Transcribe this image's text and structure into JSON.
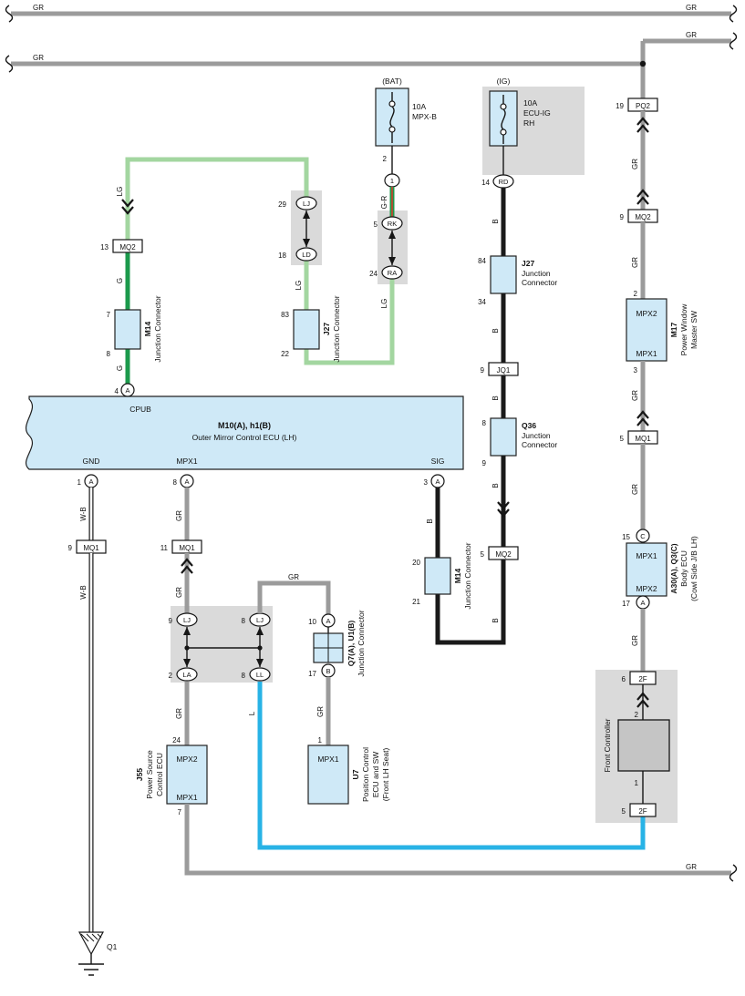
{
  "wire_labels": {
    "gr": "GR",
    "lg": "LG",
    "g": "G",
    "b": "B",
    "l": "L",
    "wb": "W-B",
    "gr_r": "G-R"
  },
  "pins": {
    "p1": "1",
    "p2": "2",
    "p3": "3",
    "p4": "4",
    "p5": "5",
    "p6": "6",
    "p7": "7",
    "p8": "8",
    "p9": "9",
    "p10": "10",
    "p11": "11",
    "p13": "13",
    "p14": "14",
    "p15": "15",
    "p17": "17",
    "p18": "18",
    "p19": "19",
    "p20": "20",
    "p21": "21",
    "p22": "22",
    "p24": "24",
    "p29": "29",
    "p34": "34",
    "p83": "83",
    "p84": "84"
  },
  "connector_codes": {
    "mq1": "MQ1",
    "mq2": "MQ2",
    "jq1": "JQ1",
    "pq2": "PQ2",
    "f2": "2F"
  },
  "joint_codes": {
    "lj": "LJ",
    "ld": "LD",
    "la": "LA",
    "ll": "LL",
    "rk": "RK",
    "ra": "RA",
    "rd": "RD",
    "j1": "1",
    "a": "A",
    "b": "B",
    "c": "C"
  },
  "fuses": {
    "bat": {
      "tag": "(BAT)",
      "rating": "10A",
      "name": "MPX-B"
    },
    "ig": {
      "tag": "(IG)",
      "rating": "10A",
      "name": "ECU-IG",
      "sub": "RH"
    }
  },
  "ecu": {
    "id": "M10(A), h1(B)",
    "name": "Outer Mirror Control ECU (LH)",
    "pin_cpub": "CPUB",
    "pin_gnd": "GND",
    "pin_mpx1": "MPX1",
    "pin_sig": "SIG"
  },
  "junctions": {
    "m14": "M14",
    "j27": "J27",
    "q36": "Q36",
    "q7": "Q7(A), U1(B)",
    "label": "Junction Connector",
    "word1": "Junction",
    "word2": "Connector"
  },
  "units": {
    "m17": {
      "id": "M17",
      "desc1": "Power Window",
      "desc2": "Master SW",
      "pin_top": "MPX2",
      "pin_bottom": "MPX1"
    },
    "a30": {
      "id": "A30(A), Q3(C)",
      "desc1": "Body ECU",
      "desc2": "(Cowl Side J/B LH)",
      "pin_top": "MPX1",
      "pin_bottom": "MPX2"
    },
    "j55": {
      "id": "J55",
      "desc1": "Power Source",
      "desc2": "Control ECU",
      "pin_top": "MPX2",
      "pin_bottom": "MPX1"
    },
    "u7": {
      "id": "U7",
      "desc1": "Position Control",
      "desc2": "ECU and SW",
      "desc3": "(Front LH Seat)",
      "pin_top": "MPX1"
    },
    "front_controller": {
      "name": "Front Controller"
    },
    "ground": {
      "id": "Q1"
    }
  },
  "colors": {
    "wire_gr": "#9b9b9b",
    "wire_lg": "#a3d6a0",
    "wire_g": "#1c9a4c",
    "wire_b": "#1a1a1a",
    "wire_l": "#28b3e6",
    "wire_r": "#d23f2f",
    "box_blue": "#cfe9f7",
    "box_gray": "#dadada",
    "box_gray_dark": "#c5c5c5",
    "text": "#111111"
  }
}
